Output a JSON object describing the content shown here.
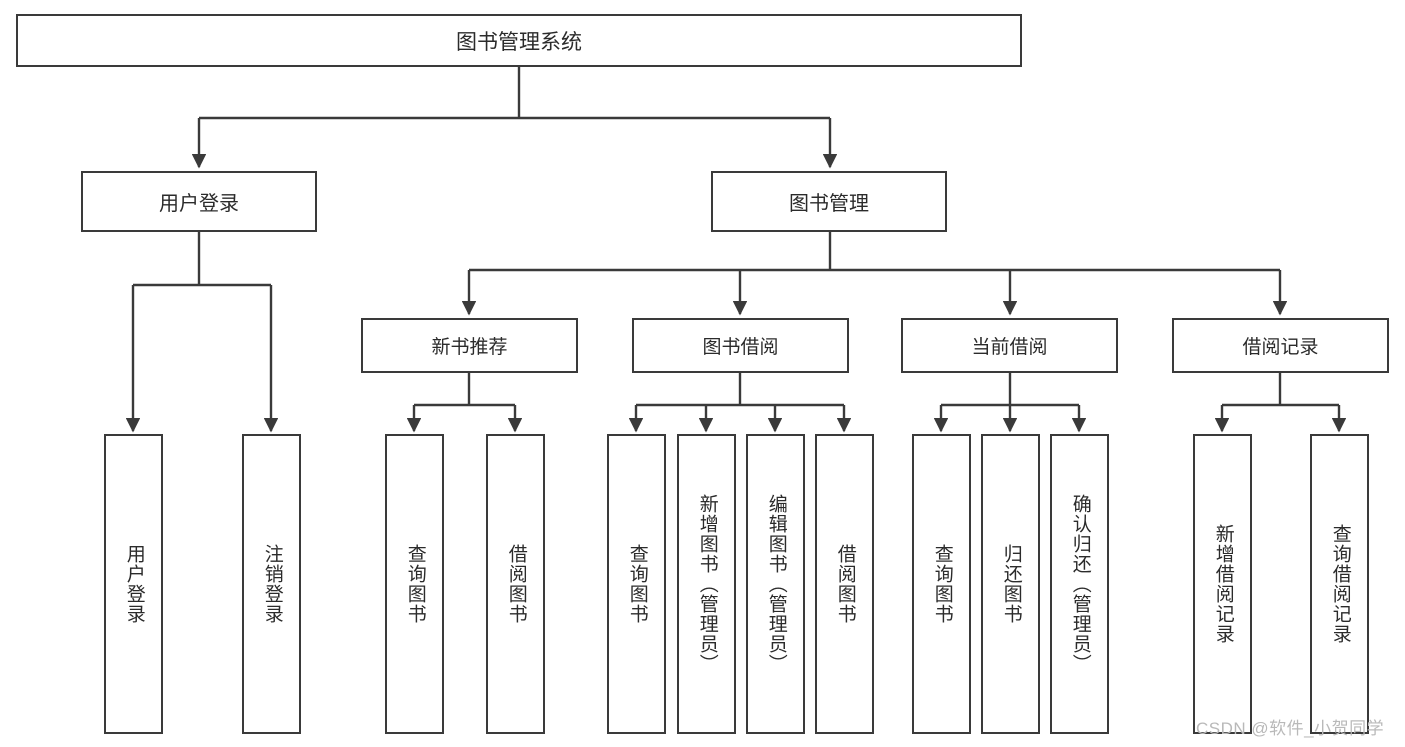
{
  "diagram": {
    "title": "图书管理系统",
    "type": "tree",
    "watermark": "CSDN @软件_小贺同学",
    "colors": {
      "stroke": "#3a3a3a",
      "text": "#2b2b2b",
      "background": "#ffffff",
      "watermark": "#b9b9b9"
    },
    "root": {
      "label": "图书管理系统"
    },
    "level2": [
      {
        "label": "用户登录"
      },
      {
        "label": "图书管理"
      }
    ],
    "level3": [
      {
        "label": "新书推荐"
      },
      {
        "label": "图书借阅"
      },
      {
        "label": "当前借阅"
      },
      {
        "label": "借阅记录"
      }
    ],
    "leaves": {
      "user_login": [
        {
          "label": "用户登录"
        },
        {
          "label": "注销登录"
        }
      ],
      "new_book": [
        {
          "label": "查询图书"
        },
        {
          "label": "借阅图书"
        }
      ],
      "book_borrow": [
        {
          "label": "查询图书"
        },
        {
          "label": "新增图书（管理员）"
        },
        {
          "label": "编辑图书（管理员）"
        },
        {
          "label": "借阅图书"
        }
      ],
      "current_borrow": [
        {
          "label": "查询图书"
        },
        {
          "label": "归还图书"
        },
        {
          "label": "确认归还（管理员）"
        }
      ],
      "borrow_record": [
        {
          "label": "新增借阅记录"
        },
        {
          "label": "查询借阅记录"
        }
      ]
    }
  }
}
